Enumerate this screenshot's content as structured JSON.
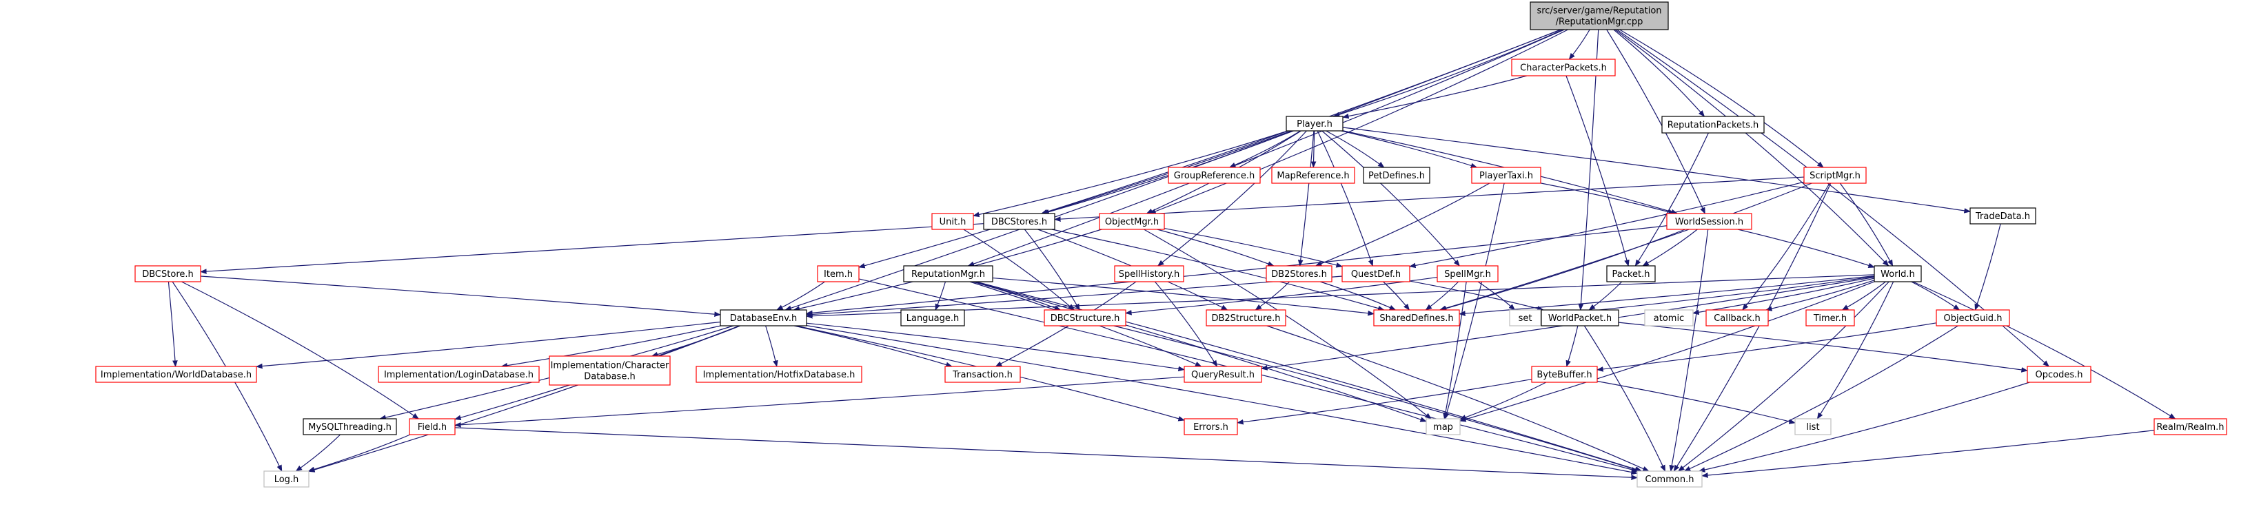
{
  "colors": {
    "edge": "#191970",
    "normal_border": "#000000",
    "undocumented_border": "#ff0000",
    "system_border": "#bfbfbf",
    "root_fill": "#bfbfbf",
    "fill": "#ffffff"
  },
  "nodes": [
    {
      "id": "root",
      "label": [
        "src/server/game/Reputation",
        "/ReputationMgr.cpp"
      ],
      "kind": "root"
    },
    {
      "id": "characterpackets",
      "label": [
        "CharacterPackets.h"
      ],
      "kind": "undocumented"
    },
    {
      "id": "player",
      "label": [
        "Player.h"
      ],
      "kind": "normal"
    },
    {
      "id": "reputationpackets",
      "label": [
        "ReputationPackets.h"
      ],
      "kind": "normal"
    },
    {
      "id": "groupreference",
      "label": [
        "GroupReference.h"
      ],
      "kind": "undocumented"
    },
    {
      "id": "mapreference",
      "label": [
        "MapReference.h"
      ],
      "kind": "undocumented"
    },
    {
      "id": "petdefines",
      "label": [
        "PetDefines.h"
      ],
      "kind": "normal"
    },
    {
      "id": "playertaxi",
      "label": [
        "PlayerTaxi.h"
      ],
      "kind": "undocumented"
    },
    {
      "id": "scriptmgr",
      "label": [
        "ScriptMgr.h"
      ],
      "kind": "undocumented"
    },
    {
      "id": "tradedata",
      "label": [
        "TradeData.h"
      ],
      "kind": "normal"
    },
    {
      "id": "unit",
      "label": [
        "Unit.h"
      ],
      "kind": "undocumented"
    },
    {
      "id": "dbcstores",
      "label": [
        "DBCStores.h"
      ],
      "kind": "normal"
    },
    {
      "id": "objectmgr",
      "label": [
        "ObjectMgr.h"
      ],
      "kind": "undocumented"
    },
    {
      "id": "worldsession",
      "label": [
        "WorldSession.h"
      ],
      "kind": "undocumented"
    },
    {
      "id": "dbcstore",
      "label": [
        "DBCStore.h"
      ],
      "kind": "undocumented"
    },
    {
      "id": "item",
      "label": [
        "Item.h"
      ],
      "kind": "undocumented"
    },
    {
      "id": "reputationmgr",
      "label": [
        "ReputationMgr.h"
      ],
      "kind": "normal"
    },
    {
      "id": "spellhistory",
      "label": [
        "SpellHistory.h"
      ],
      "kind": "undocumented"
    },
    {
      "id": "db2stores",
      "label": [
        "DB2Stores.h"
      ],
      "kind": "undocumented"
    },
    {
      "id": "questdef",
      "label": [
        "QuestDef.h"
      ],
      "kind": "undocumented"
    },
    {
      "id": "spellmgr",
      "label": [
        "SpellMgr.h"
      ],
      "kind": "undocumented"
    },
    {
      "id": "packet",
      "label": [
        "Packet.h"
      ],
      "kind": "normal"
    },
    {
      "id": "world",
      "label": [
        "World.h"
      ],
      "kind": "normal"
    },
    {
      "id": "databaseenv",
      "label": [
        "DatabaseEnv.h"
      ],
      "kind": "normal"
    },
    {
      "id": "language",
      "label": [
        "Language.h"
      ],
      "kind": "normal"
    },
    {
      "id": "dbcstructure",
      "label": [
        "DBCStructure.h"
      ],
      "kind": "undocumented"
    },
    {
      "id": "db2structure",
      "label": [
        "DB2Structure.h"
      ],
      "kind": "undocumented"
    },
    {
      "id": "shareddefines",
      "label": [
        "SharedDefines.h"
      ],
      "kind": "undocumented"
    },
    {
      "id": "set",
      "label": [
        "set"
      ],
      "kind": "system"
    },
    {
      "id": "worldpacket",
      "label": [
        "WorldPacket.h"
      ],
      "kind": "normal"
    },
    {
      "id": "atomic",
      "label": [
        "atomic"
      ],
      "kind": "system"
    },
    {
      "id": "callback",
      "label": [
        "Callback.h"
      ],
      "kind": "undocumented"
    },
    {
      "id": "timer",
      "label": [
        "Timer.h"
      ],
      "kind": "undocumented"
    },
    {
      "id": "objectguid",
      "label": [
        "ObjectGuid.h"
      ],
      "kind": "undocumented"
    },
    {
      "id": "tradedataneighbor",
      "label": [
        "Opcodes.h"
      ],
      "kind": "undocumented"
    },
    {
      "id": "implworld",
      "label": [
        "Implementation/WorldDatabase.h"
      ],
      "kind": "undocumented"
    },
    {
      "id": "impllogin",
      "label": [
        "Implementation/LoginDatabase.h"
      ],
      "kind": "undocumented"
    },
    {
      "id": "implchar",
      "label": [
        "Implementation/Character",
        "Database.h"
      ],
      "kind": "undocumented"
    },
    {
      "id": "implhotfix",
      "label": [
        "Implementation/HotfixDatabase.h"
      ],
      "kind": "undocumented"
    },
    {
      "id": "transaction",
      "label": [
        "Transaction.h"
      ],
      "kind": "undocumented"
    },
    {
      "id": "queryresult",
      "label": [
        "QueryResult.h"
      ],
      "kind": "undocumented"
    },
    {
      "id": "bytebuffer",
      "label": [
        "ByteBuffer.h"
      ],
      "kind": "undocumented"
    },
    {
      "id": "mysqlthreading",
      "label": [
        "MySQLThreading.h"
      ],
      "kind": "normal"
    },
    {
      "id": "field",
      "label": [
        "Field.h"
      ],
      "kind": "undocumented"
    },
    {
      "id": "errors",
      "label": [
        "Errors.h"
      ],
      "kind": "undocumented"
    },
    {
      "id": "map",
      "label": [
        "map"
      ],
      "kind": "system"
    },
    {
      "id": "list",
      "label": [
        "list"
      ],
      "kind": "system"
    },
    {
      "id": "realm",
      "label": [
        "Realm/Realm.h"
      ],
      "kind": "undocumented"
    },
    {
      "id": "log",
      "label": [
        "Log.h"
      ],
      "kind": "system"
    },
    {
      "id": "common",
      "label": [
        "Common.h"
      ],
      "kind": "system"
    }
  ],
  "edges": [
    [
      "root",
      "characterpackets"
    ],
    [
      "root",
      "player"
    ],
    [
      "root",
      "reputationpackets"
    ],
    [
      "root",
      "scriptmgr"
    ],
    [
      "root",
      "worldsession"
    ],
    [
      "root",
      "world"
    ],
    [
      "root",
      "worldpacket"
    ],
    [
      "root",
      "dbcstores"
    ],
    [
      "root",
      "objectmgr"
    ],
    [
      "root",
      "reputationmgr"
    ],
    [
      "root",
      "databaseenv"
    ],
    [
      "root",
      "tradedataneighbor"
    ],
    [
      "characterpackets",
      "player"
    ],
    [
      "characterpackets",
      "packet"
    ],
    [
      "reputationpackets",
      "packet"
    ],
    [
      "player",
      "groupreference"
    ],
    [
      "player",
      "mapreference"
    ],
    [
      "player",
      "petdefines"
    ],
    [
      "player",
      "playertaxi"
    ],
    [
      "player",
      "tradedata"
    ],
    [
      "player",
      "unit"
    ],
    [
      "player",
      "dbcstores"
    ],
    [
      "player",
      "spellhistory"
    ],
    [
      "player",
      "db2stores"
    ],
    [
      "player",
      "questdef"
    ],
    [
      "player",
      "spellmgr"
    ],
    [
      "player",
      "worldsession"
    ],
    [
      "player",
      "item"
    ],
    [
      "player",
      "objectmgr"
    ],
    [
      "playertaxi",
      "db2stores"
    ],
    [
      "playertaxi",
      "worldsession"
    ],
    [
      "playertaxi",
      "map"
    ],
    [
      "scriptmgr",
      "dbcstores"
    ],
    [
      "scriptmgr",
      "world"
    ],
    [
      "scriptmgr",
      "questdef"
    ],
    [
      "scriptmgr",
      "shareddefines"
    ],
    [
      "scriptmgr",
      "callback"
    ],
    [
      "scriptmgr",
      "common"
    ],
    [
      "tradedata",
      "objectguid"
    ],
    [
      "unit",
      "dbcstructure"
    ],
    [
      "dbcstores",
      "dbcstore"
    ],
    [
      "dbcstores",
      "dbcstructure"
    ],
    [
      "dbcstores",
      "shareddefines"
    ],
    [
      "dbcstores",
      "db2structure"
    ],
    [
      "objectmgr",
      "databaseenv"
    ],
    [
      "objectmgr",
      "db2stores"
    ],
    [
      "objectmgr",
      "questdef"
    ],
    [
      "objectmgr",
      "map"
    ],
    [
      "worldsession",
      "packet"
    ],
    [
      "worldsession",
      "world"
    ],
    [
      "worldsession",
      "shareddefines"
    ],
    [
      "worldsession",
      "databaseenv"
    ],
    [
      "worldsession",
      "common"
    ],
    [
      "dbcstore",
      "databaseenv"
    ],
    [
      "dbcstore",
      "implworld"
    ],
    [
      "dbcstore",
      "field"
    ],
    [
      "dbcstore",
      "log"
    ],
    [
      "item",
      "databaseenv"
    ],
    [
      "item",
      "common"
    ],
    [
      "reputationmgr",
      "language"
    ],
    [
      "reputationmgr",
      "dbcstructure"
    ],
    [
      "reputationmgr",
      "shareddefines"
    ],
    [
      "reputationmgr",
      "queryresult"
    ],
    [
      "reputationmgr",
      "map"
    ],
    [
      "reputationmgr",
      "common"
    ],
    [
      "spellhistory",
      "transaction"
    ],
    [
      "spellhistory",
      "queryresult"
    ],
    [
      "db2stores",
      "db2structure"
    ],
    [
      "db2stores",
      "shareddefines"
    ],
    [
      "questdef",
      "databaseenv"
    ],
    [
      "questdef",
      "shareddefines"
    ],
    [
      "questdef",
      "worldpacket"
    ],
    [
      "spellmgr",
      "shareddefines"
    ],
    [
      "spellmgr",
      "dbcstructure"
    ],
    [
      "spellmgr",
      "map"
    ],
    [
      "spellmgr",
      "set"
    ],
    [
      "packet",
      "worldpacket"
    ],
    [
      "world",
      "shareddefines"
    ],
    [
      "world",
      "set"
    ],
    [
      "world",
      "atomic"
    ],
    [
      "world",
      "callback"
    ],
    [
      "world",
      "timer"
    ],
    [
      "world",
      "objectguid"
    ],
    [
      "world",
      "queryresult"
    ],
    [
      "world",
      "map"
    ],
    [
      "world",
      "list"
    ],
    [
      "world",
      "realm"
    ],
    [
      "world",
      "common"
    ],
    [
      "world",
      "databaseenv"
    ],
    [
      "databaseenv",
      "implworld"
    ],
    [
      "databaseenv",
      "impllogin"
    ],
    [
      "databaseenv",
      "implchar"
    ],
    [
      "databaseenv",
      "implhotfix"
    ],
    [
      "databaseenv",
      "transaction"
    ],
    [
      "databaseenv",
      "queryresult"
    ],
    [
      "databaseenv",
      "mysqlthreading"
    ],
    [
      "databaseenv",
      "field"
    ],
    [
      "databaseenv",
      "errors"
    ],
    [
      "databaseenv",
      "log"
    ],
    [
      "databaseenv",
      "common"
    ],
    [
      "dbcstructure",
      "common"
    ],
    [
      "db2structure",
      "common"
    ],
    [
      "worldpacket",
      "bytebuffer"
    ],
    [
      "worldpacket",
      "tradedataneighbor"
    ],
    [
      "worldpacket",
      "common"
    ],
    [
      "objectguid",
      "bytebuffer"
    ],
    [
      "objectguid",
      "common"
    ],
    [
      "tradedataneighbor",
      "common"
    ],
    [
      "queryresult",
      "field"
    ],
    [
      "bytebuffer",
      "errors"
    ],
    [
      "bytebuffer",
      "map"
    ],
    [
      "bytebuffer",
      "list"
    ],
    [
      "mysqlthreading",
      "log"
    ],
    [
      "field",
      "log"
    ],
    [
      "field",
      "common"
    ],
    [
      "realm",
      "common"
    ]
  ]
}
